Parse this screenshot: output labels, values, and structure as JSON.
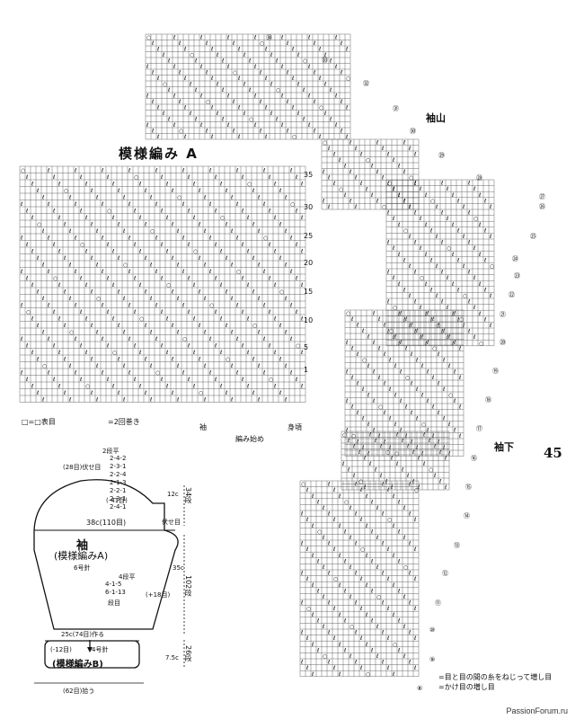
{
  "chart_a": {
    "title": "模様編み A",
    "row_numbers": [
      "35",
      "30",
      "25",
      "20",
      "15",
      "10",
      "5",
      "1"
    ],
    "legend_knit": "□=□表目",
    "legend_wrap": "=2回巻き",
    "label_sleeve": "袖",
    "label_cast_on": "編み始め",
    "label_body": "身頃"
  },
  "sleeve_chart": {
    "label_cap": "袖山",
    "label_under": "袖下",
    "row_circles": [
      "㉞",
      "㉝",
      "㉜",
      "㉛",
      "㉚",
      "㉙",
      "㉘",
      "㉗",
      "㉖",
      "㉕",
      "㉔",
      "㉓",
      "㉒",
      "㉑",
      "⑳",
      "⑲",
      "⑱",
      "⑰",
      "⑯",
      "⑮",
      "⑭",
      "⑬",
      "⑫",
      "⑪",
      "⑩",
      "⑨",
      "⑧",
      "⑦",
      "⑥",
      "⑤",
      "④",
      "③",
      "②",
      "①"
    ],
    "legend_line1": "=目と目の間の糸をねじって増し目",
    "legend_line2": "=かけ目の増し目"
  },
  "schematic": {
    "title": "袖",
    "subtitle": "(模様編みA)",
    "needle": "6号針",
    "cap_top": "2段平",
    "cap_rows": [
      "2-4-2",
      "2-3-1",
      "2-2-4",
      "2-1-3",
      "2-2-1",
      "2-3-1",
      "2-4-1"
    ],
    "cap_stitches": "(28目)伏せ目",
    "cap_minus": "(-41目)",
    "cap_height": "12c",
    "cap_rows_count": "34段",
    "width_top": "38c(110目)",
    "bind_off": "伏せ目",
    "inc_top": "4段平",
    "inc_rows": [
      "4-1-5",
      "6-1-13"
    ],
    "inc_label": "段目",
    "inc_plus": "(+18目)",
    "body_height": "35c",
    "body_rows": "102段",
    "width_bottom": "25c(74目)作る",
    "minus12": "(-12目)",
    "needle2": "4号針",
    "cuff_title": "(模様編みB)",
    "cuff_height": "7.5c",
    "cuff_rows": "26段",
    "cast_on_bottom": "(62目)拾う"
  },
  "page_number": "45",
  "watermark": "PassionForum.ru"
}
